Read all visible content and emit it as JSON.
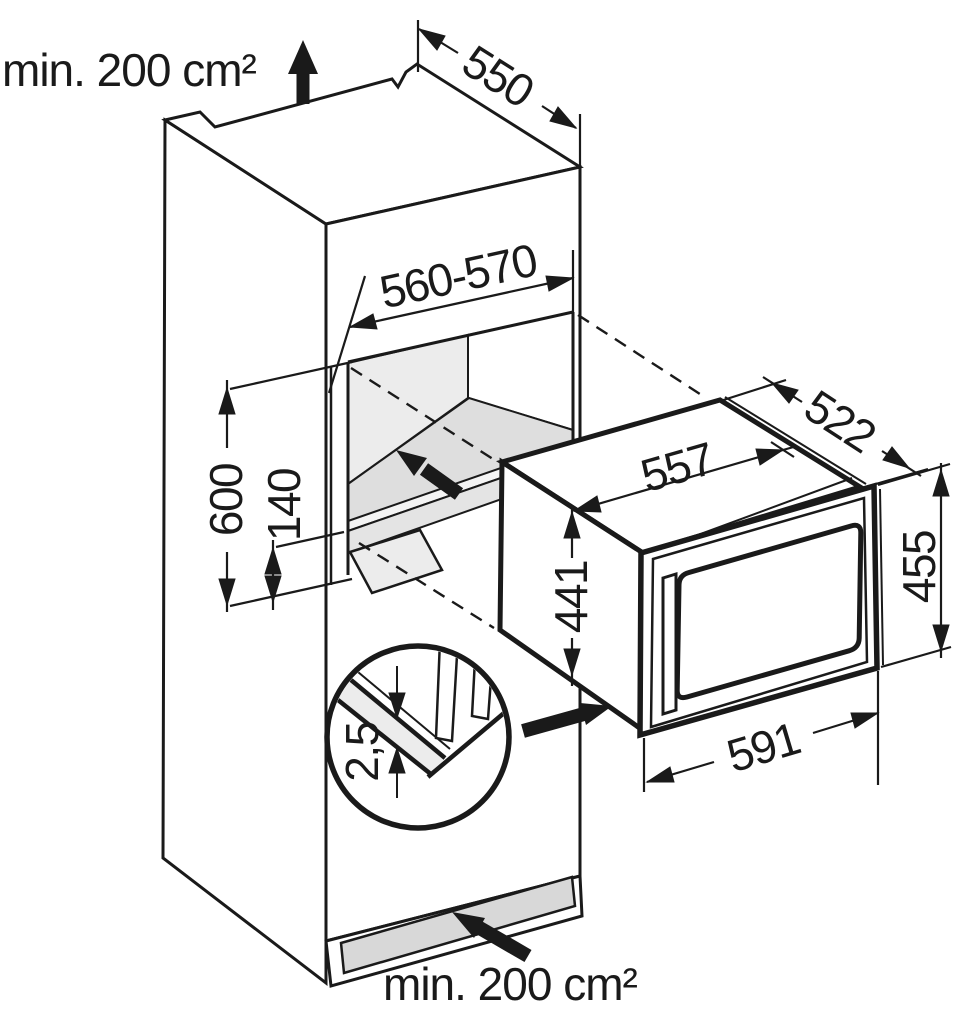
{
  "diagram": {
    "kind": "appliance-built-in-installation-drawing",
    "vent_top_label": "min. 200 cm²",
    "vent_bottom_label": "min. 200 cm²",
    "dimensions": {
      "cabinet_depth": "550",
      "niche_width": "560-570",
      "niche_height": "600",
      "base_height": "140",
      "appliance_width": "557",
      "appliance_depth": "522",
      "appliance_height": "441",
      "front_height": "455",
      "front_width": "591",
      "edge_gap": "2,5"
    },
    "colors": {
      "line": "#1a1a1a",
      "niche_wall": "#ececec",
      "niche_floor": "#dedede",
      "rail_face": "#e4e4e4",
      "plinth_vent": "#d8d8d8",
      "background": "#ffffff"
    }
  }
}
